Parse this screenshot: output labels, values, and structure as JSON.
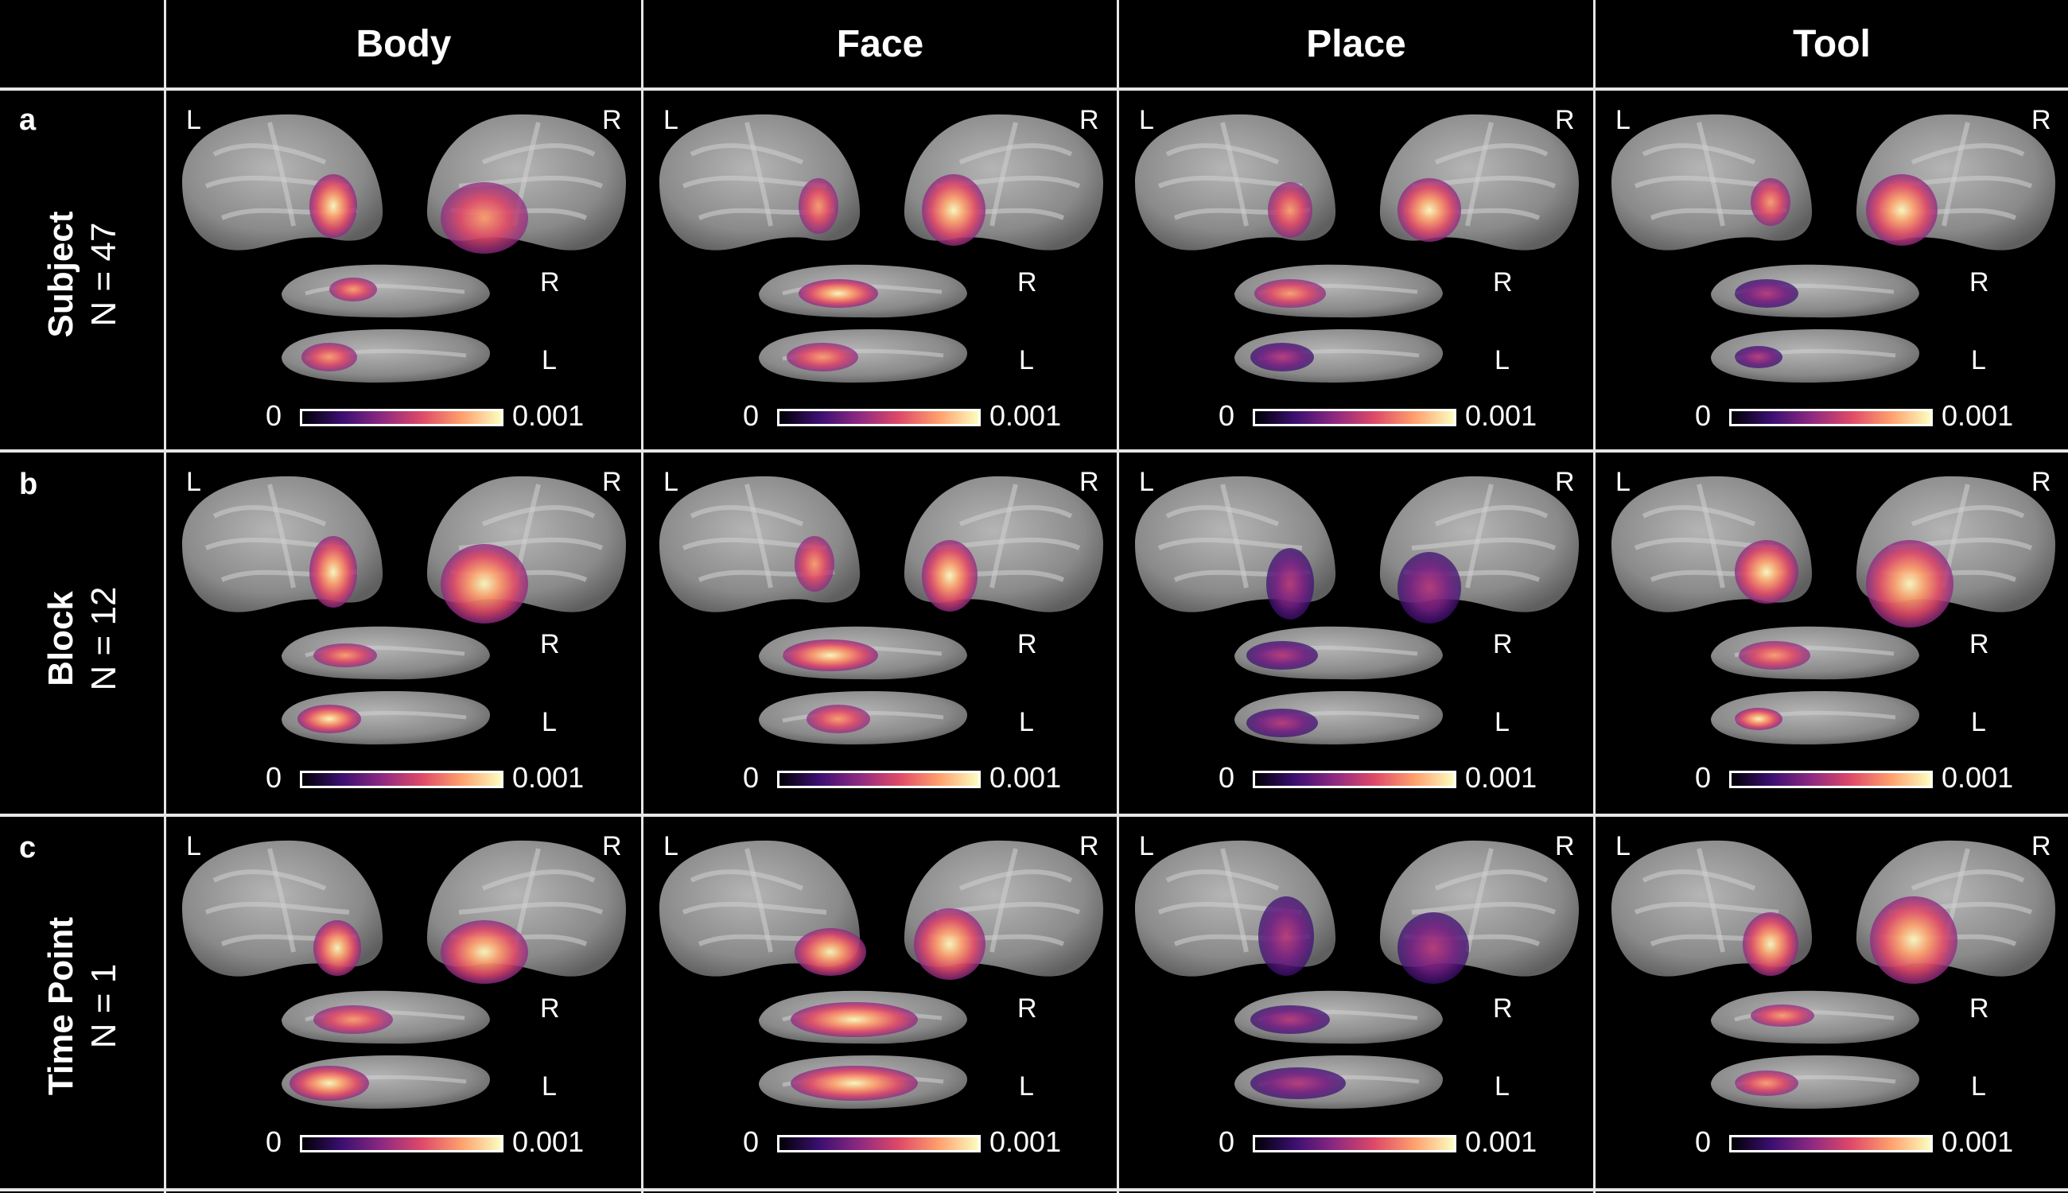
{
  "columns": [
    "Body",
    "Face",
    "Place",
    "Tool"
  ],
  "rows": [
    {
      "letter": "a",
      "title": "Subject",
      "n": "N = 47"
    },
    {
      "letter": "b",
      "title": "Block",
      "n": "N = 12"
    },
    {
      "letter": "c",
      "title": "Time Point",
      "n": "N = 1"
    }
  ],
  "hemi_labels": {
    "left": "L",
    "right": "R",
    "medial_top": "R",
    "medial_bottom": "L"
  },
  "colorbar": {
    "min": "0",
    "max": "0.001",
    "colormap": "inferno"
  },
  "colors": {
    "background": "#000000",
    "grid": "#e6e6e6",
    "brain": "#9a9a9a"
  }
}
